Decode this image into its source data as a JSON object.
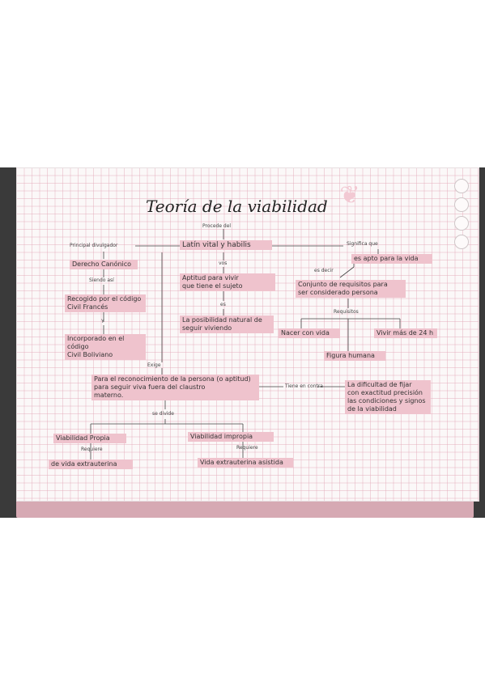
{
  "title": "Teoría de la viabilidad",
  "labels": {
    "procede_del": "Procede del",
    "principal_divulgador": "Principal divulgador",
    "significa_que": "Significa que",
    "siendo_asi": "Siendo así",
    "y": "Y",
    "vos": "vos",
    "es": "es",
    "es_decir": "es decir",
    "requisitos": "Requisitos",
    "exige": "Exige",
    "tiene_en_contra": "Tiene en contra",
    "se_divide": "se divide",
    "requiere_izq": "Requiere",
    "requiere_der": "Requiere"
  },
  "nodes": {
    "origen": "Latín vital y habilis",
    "derecho_canonico": "Derecho Canónico",
    "recogido": "Recogido por el código\nCivil Francés",
    "incorporado": "Incorporado en el código\nCivil Boliviano",
    "aptitud": "Aptitud para vivir\nque tiene el sujeto",
    "posibilidad": "La posibilidad natural de\nseguir viviendo",
    "es_apto": "es apto para la vida",
    "conjunto": "Conjunto de requisitos para\nser considerado persona",
    "nacer_con_vida": "Nacer con vida",
    "vivir_24h": "Vivir más de 24 h",
    "figura_humana": "Figura humana",
    "reconocimiento": "Para el reconocimiento de la persona (o aptitud)\npara seguir viva fuera del claustro\nmaterno.",
    "dificultad": "La dificultad de fijar\ncon exactitud precisión\nlas condiciones y signos\nde la viabilidad",
    "viabilidad_propia": "Viabilidad Propia",
    "viabilidad_impropia": "Viabilidad impropia",
    "vida_extrauterina": "de vida extrauterina",
    "vida_extrauterina_asistida": "Vida extrauterina asistida"
  },
  "icons": {
    "decoration": "leaf-doodle-icon"
  },
  "colors": {
    "highlight": "#efc3cd",
    "grid": "#e2a8b8",
    "cover": "#d6a9b3"
  }
}
